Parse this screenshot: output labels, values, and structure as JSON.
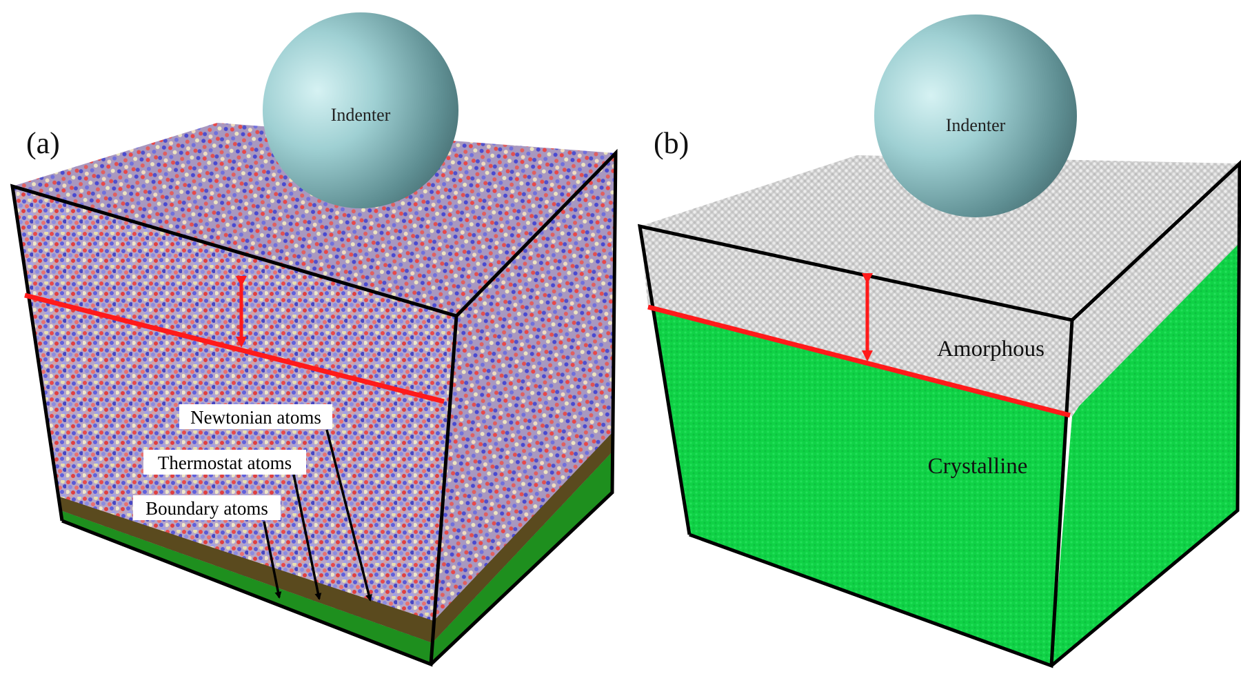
{
  "panels": [
    {
      "letter": "(a)",
      "indenter_label": "Indenter",
      "callouts": [
        "Newtonian atoms",
        "Thermostat atoms",
        "Boundary atoms"
      ]
    },
    {
      "letter": "(b)",
      "indenter_label": "Indenter",
      "regions": [
        "Amorphous",
        "Crystalline"
      ]
    }
  ],
  "colors": {
    "amorphous_marker_line": "#ff1a1a",
    "crystalline": "#12d84a",
    "amorphous_layer": "#d8d8d8",
    "boundary_layer": "#1e8f1e",
    "thermostat_layer": "#5a4a1e",
    "indenter": "#8fc3c6",
    "atoms": [
      "#e84a4a",
      "#5a5ad6",
      "#e8e0b0",
      "#d98080",
      "#8c8ce0"
    ]
  }
}
